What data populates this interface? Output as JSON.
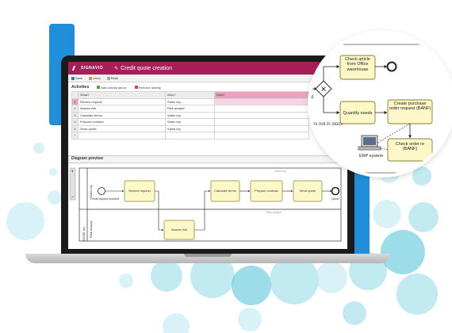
{
  "app": {
    "brand": "SIGNAVIO",
    "title": "Credit quote creation"
  },
  "toolbar": {
    "save_label": "Save",
    "undo_label": "Undo",
    "redo_label": "Redo"
  },
  "activities": {
    "heading": "Activities",
    "add_above_label": "Add activity above",
    "remove_label": "Remove activity",
    "columns": {
      "what": "What?",
      "who": "Who?",
      "how": "How?"
    },
    "rows": [
      {
        "num": "1",
        "what": "Review request",
        "who": "Sales rep"
      },
      {
        "num": "2",
        "what": "Assess risk",
        "who": "Risk analyst"
      },
      {
        "num": "3",
        "what": "Calculate terms",
        "who": "Sales rep"
      },
      {
        "num": "4",
        "what": "Prepare contract",
        "who": "Sales rep"
      },
      {
        "num": "5",
        "what": "Send quote",
        "who": "Sales rep"
      },
      {
        "num": "*",
        "what": "",
        "who": ""
      }
    ]
  },
  "diagram": {
    "heading": "Diagram preview",
    "pool_label": "ACME Inc.",
    "lanes": [
      "Sales rep",
      "Risk analyst"
    ],
    "lane_top_caption": "Sales rep",
    "lane_bottom_caption": "Risk analyst",
    "start_event_label": "Credit request received",
    "end_event_label": "Quote",
    "tasks": {
      "review": "Review request",
      "assess": "Assess risk",
      "calculate": "Calculate terms",
      "prepare": "Prepare contract",
      "send": "Send quote"
    }
  },
  "zoom": {
    "check_warehouse": "Check article from Office warehouse",
    "quantify": "Quantify needs",
    "create_banf": "Create purchase order request (BANF)",
    "check_order": "Check order re (BANF)",
    "erp_label": "ERP system",
    "edge_not_in_stock": "es not in stock",
    "edge_d": "d"
  },
  "colors": {
    "header": "#a81f58",
    "task_fill": "#fdf8c8",
    "task_stroke": "#8a7d2a",
    "accent_blue": "#1e8fd8",
    "bubbles": "#8fd8e6"
  }
}
